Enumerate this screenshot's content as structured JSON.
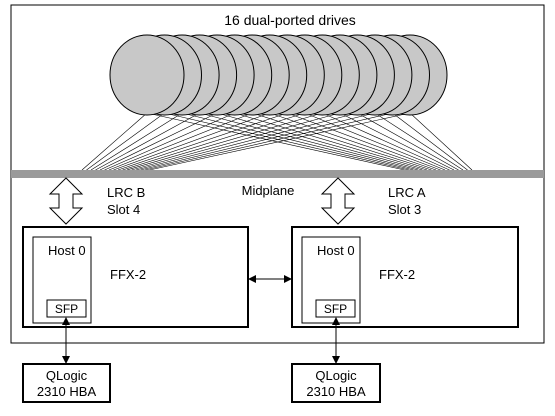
{
  "diagram": {
    "drives": {
      "label": "16 dual-ported drives",
      "count": 16,
      "fill": "#c8c8c8"
    },
    "midplane": {
      "label": "Midplane",
      "color": "#9a9a9a"
    },
    "controllers": [
      {
        "lrc_name": "LRC B",
        "slot": "Slot 4",
        "host_label": "Host 0",
        "board_label": "FFX-2",
        "sfp_label": "SFP",
        "hba": {
          "line1": "QLogic",
          "line2": "2310 HBA"
        }
      },
      {
        "lrc_name": "LRC A",
        "slot": "Slot 3",
        "host_label": "Host 0",
        "board_label": "FFX-2",
        "sfp_label": "SFP",
        "hba": {
          "line1": "QLogic",
          "line2": "2310 HBA"
        }
      }
    ]
  }
}
